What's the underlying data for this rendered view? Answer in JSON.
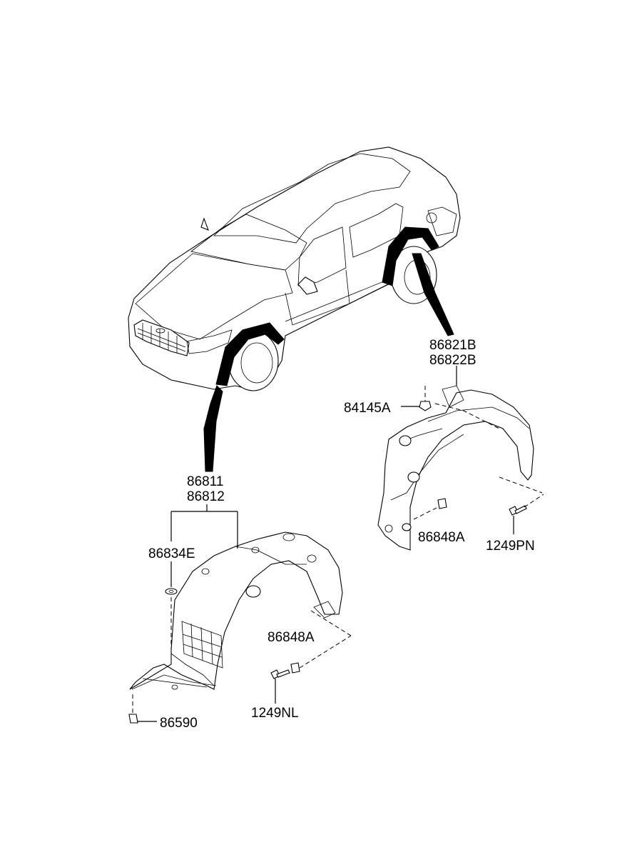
{
  "labels": {
    "rear_liner_part_1": "86821B",
    "rear_liner_part_2": "86822B",
    "nut_rear": "84145A",
    "clip_rear": "86848A",
    "screw_rear": "1249PN",
    "front_liner_part_1": "86811",
    "front_liner_part_2": "86812",
    "grommet_front": "86834E",
    "clip_front": "86848A",
    "screw_front": "1249NL",
    "screw_bottom": "86590"
  }
}
